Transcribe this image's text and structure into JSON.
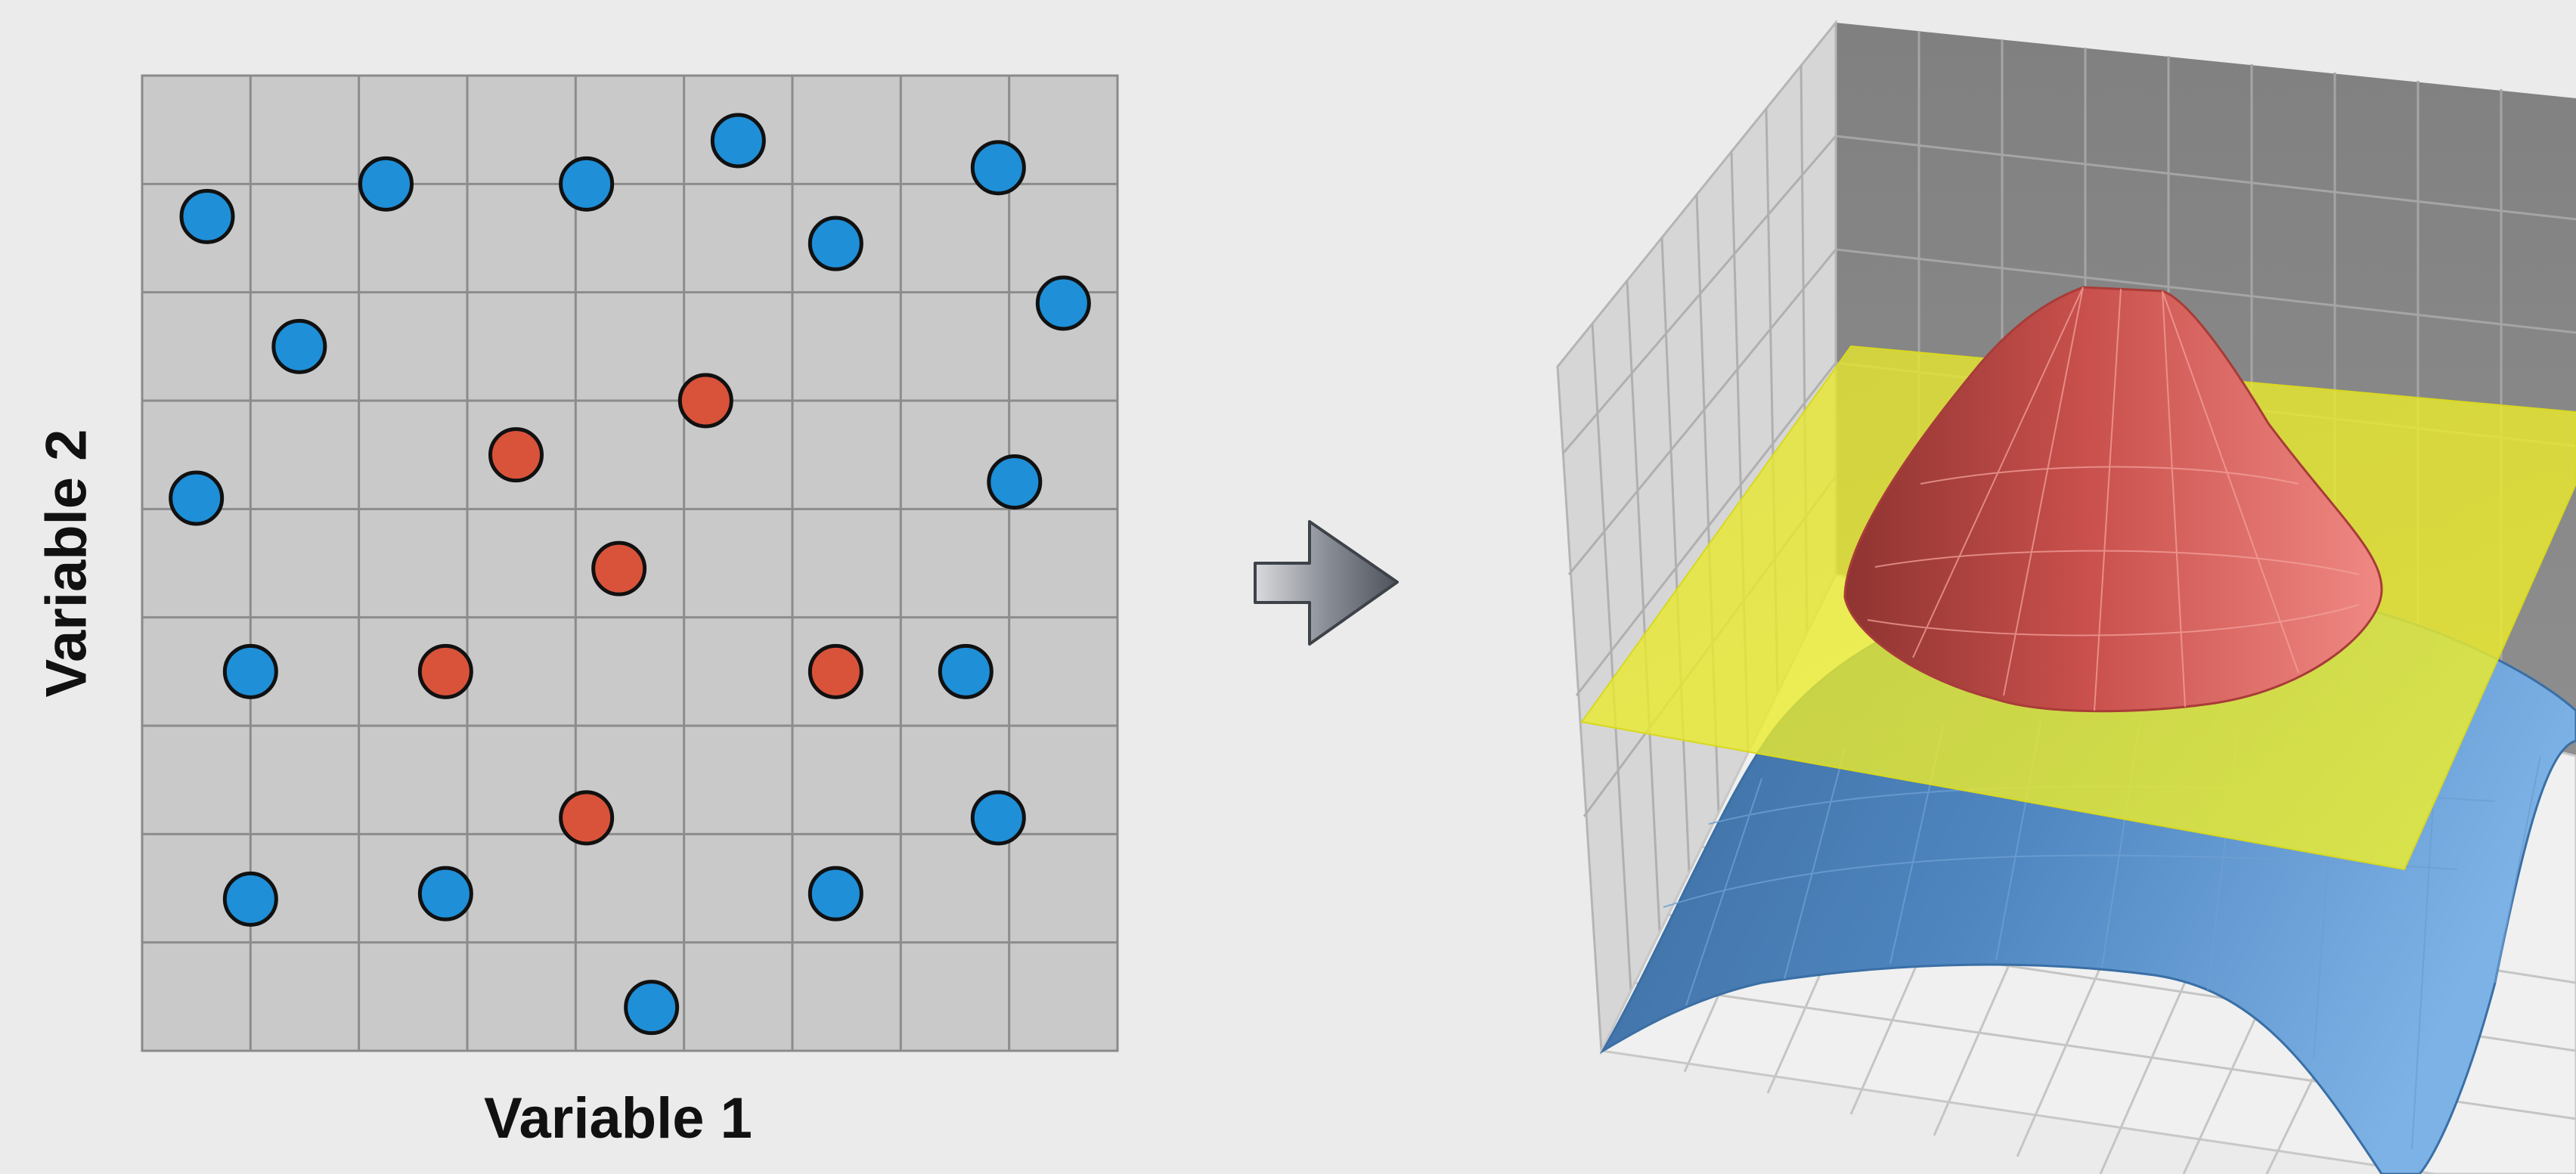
{
  "chart_data": {
    "type": "scatter",
    "xlabel": "Variable 1",
    "ylabel": "Variable 2",
    "xlim": [
      0,
      9
    ],
    "ylim": [
      0,
      9
    ],
    "grid": true,
    "series": [
      {
        "color": "#1f8fd8",
        "points": [
          [
            0.6,
            7.7
          ],
          [
            2.25,
            8.0
          ],
          [
            4.1,
            8.0
          ],
          [
            5.5,
            8.4
          ],
          [
            7.9,
            8.15
          ],
          [
            6.4,
            7.45
          ],
          [
            8.5,
            6.9
          ],
          [
            1.45,
            6.5
          ],
          [
            0.5,
            5.1
          ],
          [
            8.05,
            5.25
          ],
          [
            1.0,
            3.5
          ],
          [
            7.6,
            3.5
          ],
          [
            7.9,
            2.15
          ],
          [
            1.0,
            1.4
          ],
          [
            2.8,
            1.45
          ],
          [
            6.4,
            1.45
          ],
          [
            4.7,
            0.4
          ]
        ]
      },
      {
        "color": "#d9533a",
        "points": [
          [
            5.2,
            6.0
          ],
          [
            3.45,
            5.5
          ],
          [
            4.4,
            4.45
          ],
          [
            2.8,
            3.5
          ],
          [
            6.4,
            3.5
          ],
          [
            4.1,
            2.15
          ]
        ]
      }
    ]
  },
  "surface_3d": {
    "lower_surface_color": "#5b97d3",
    "separating_plane_color": "#e8ea2a",
    "peak_color": "#e06a63"
  },
  "arrow": {
    "icon": "right-arrow-icon",
    "color": "#6a6f78"
  }
}
